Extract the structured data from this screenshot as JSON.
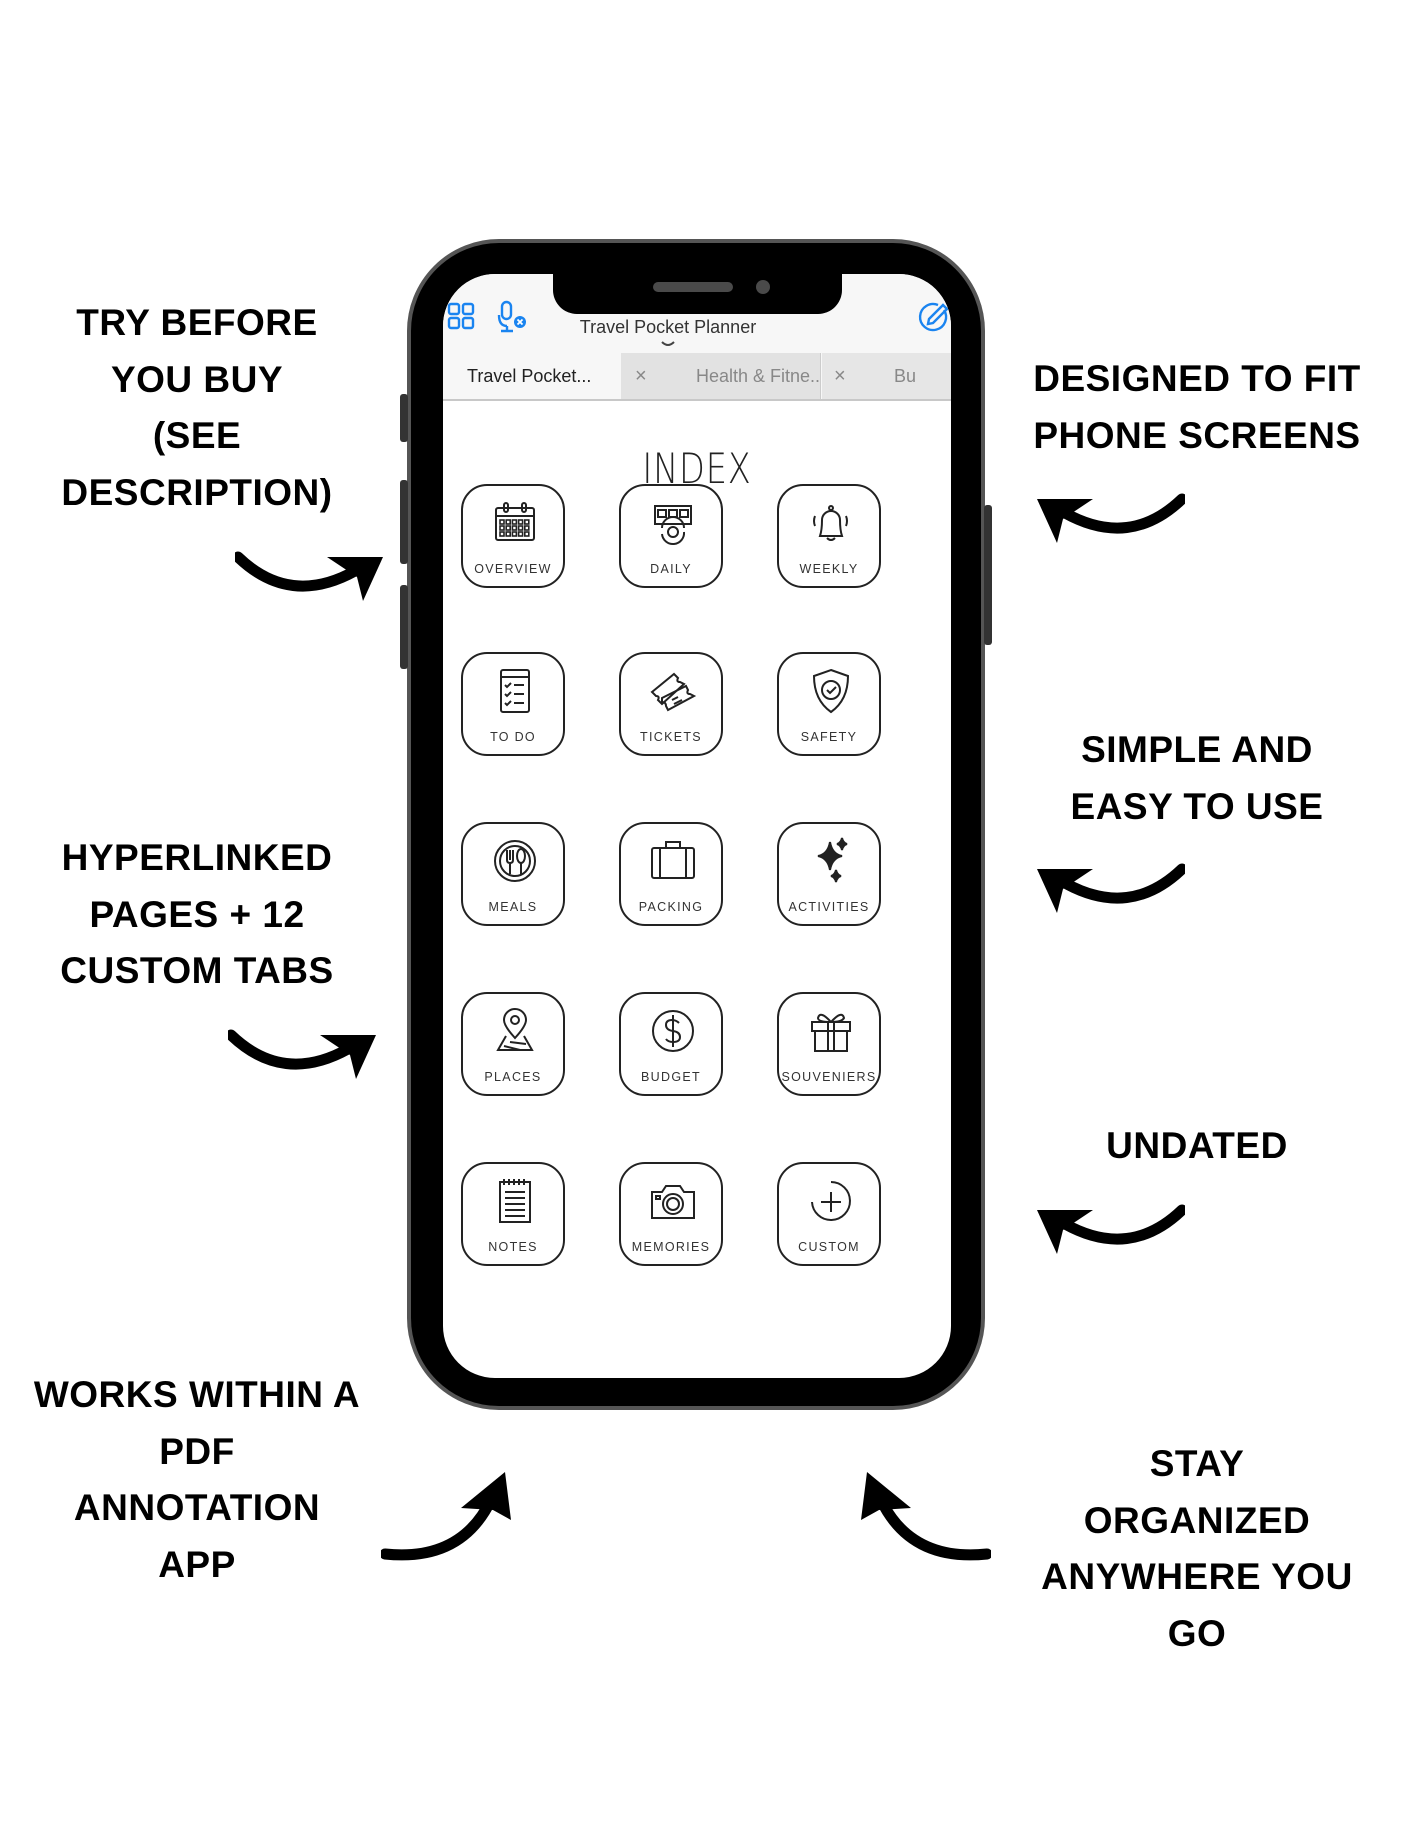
{
  "callouts": {
    "try_before": [
      "TRY BEFORE",
      "YOU BUY",
      "(SEE",
      "DESCRIPTION)"
    ],
    "hyperlinked": [
      "HYPERLINKED",
      "PAGES + 12",
      "CUSTOM TABS"
    ],
    "works_within": [
      "WORKS WITHIN A",
      "PDF",
      "ANNOTATION",
      "APP"
    ],
    "designed": [
      "DESIGNED TO FIT",
      "PHONE SCREENS"
    ],
    "simple": [
      "SIMPLE AND",
      "EASY TO USE"
    ],
    "undated": [
      "UNDATED"
    ],
    "stay": [
      "STAY",
      "ORGANIZED",
      "ANYWHERE YOU",
      "GO"
    ]
  },
  "app": {
    "document_title": "Travel Pocket Planner",
    "accent_color": "#1a84f0",
    "toolbar_icons": [
      "grid-icon",
      "microphone-off-icon",
      "edit-icon"
    ],
    "tabs": [
      {
        "label": "Travel Pocket...",
        "active": true
      },
      {
        "label": "Health & Fitne...",
        "active": false
      },
      {
        "label": "Bu",
        "active": false
      }
    ],
    "tab_close": "×",
    "page_title": "INDEX",
    "tiles": [
      {
        "label": "OVERVIEW",
        "icon": "calendar-icon"
      },
      {
        "label": "DAILY",
        "icon": "daily-calendar-icon"
      },
      {
        "label": "WEEKLY",
        "icon": "bell-icon"
      },
      {
        "label": "TO DO",
        "icon": "checklist-icon"
      },
      {
        "label": "TICKETS",
        "icon": "tickets-icon"
      },
      {
        "label": "SAFETY",
        "icon": "shield-check-icon"
      },
      {
        "label": "MEALS",
        "icon": "cutlery-icon"
      },
      {
        "label": "PACKING",
        "icon": "suitcase-icon"
      },
      {
        "label": "ACTIVITIES",
        "icon": "sparkles-icon"
      },
      {
        "label": "PLACES",
        "icon": "map-pin-icon"
      },
      {
        "label": "BUDGET",
        "icon": "dollar-icon"
      },
      {
        "label": "SOUVENIERS",
        "icon": "gift-icon"
      },
      {
        "label": "NOTES",
        "icon": "notepad-icon"
      },
      {
        "label": "MEMORIES",
        "icon": "camera-icon"
      },
      {
        "label": "CUSTOM",
        "icon": "plus-circle-icon"
      }
    ]
  }
}
